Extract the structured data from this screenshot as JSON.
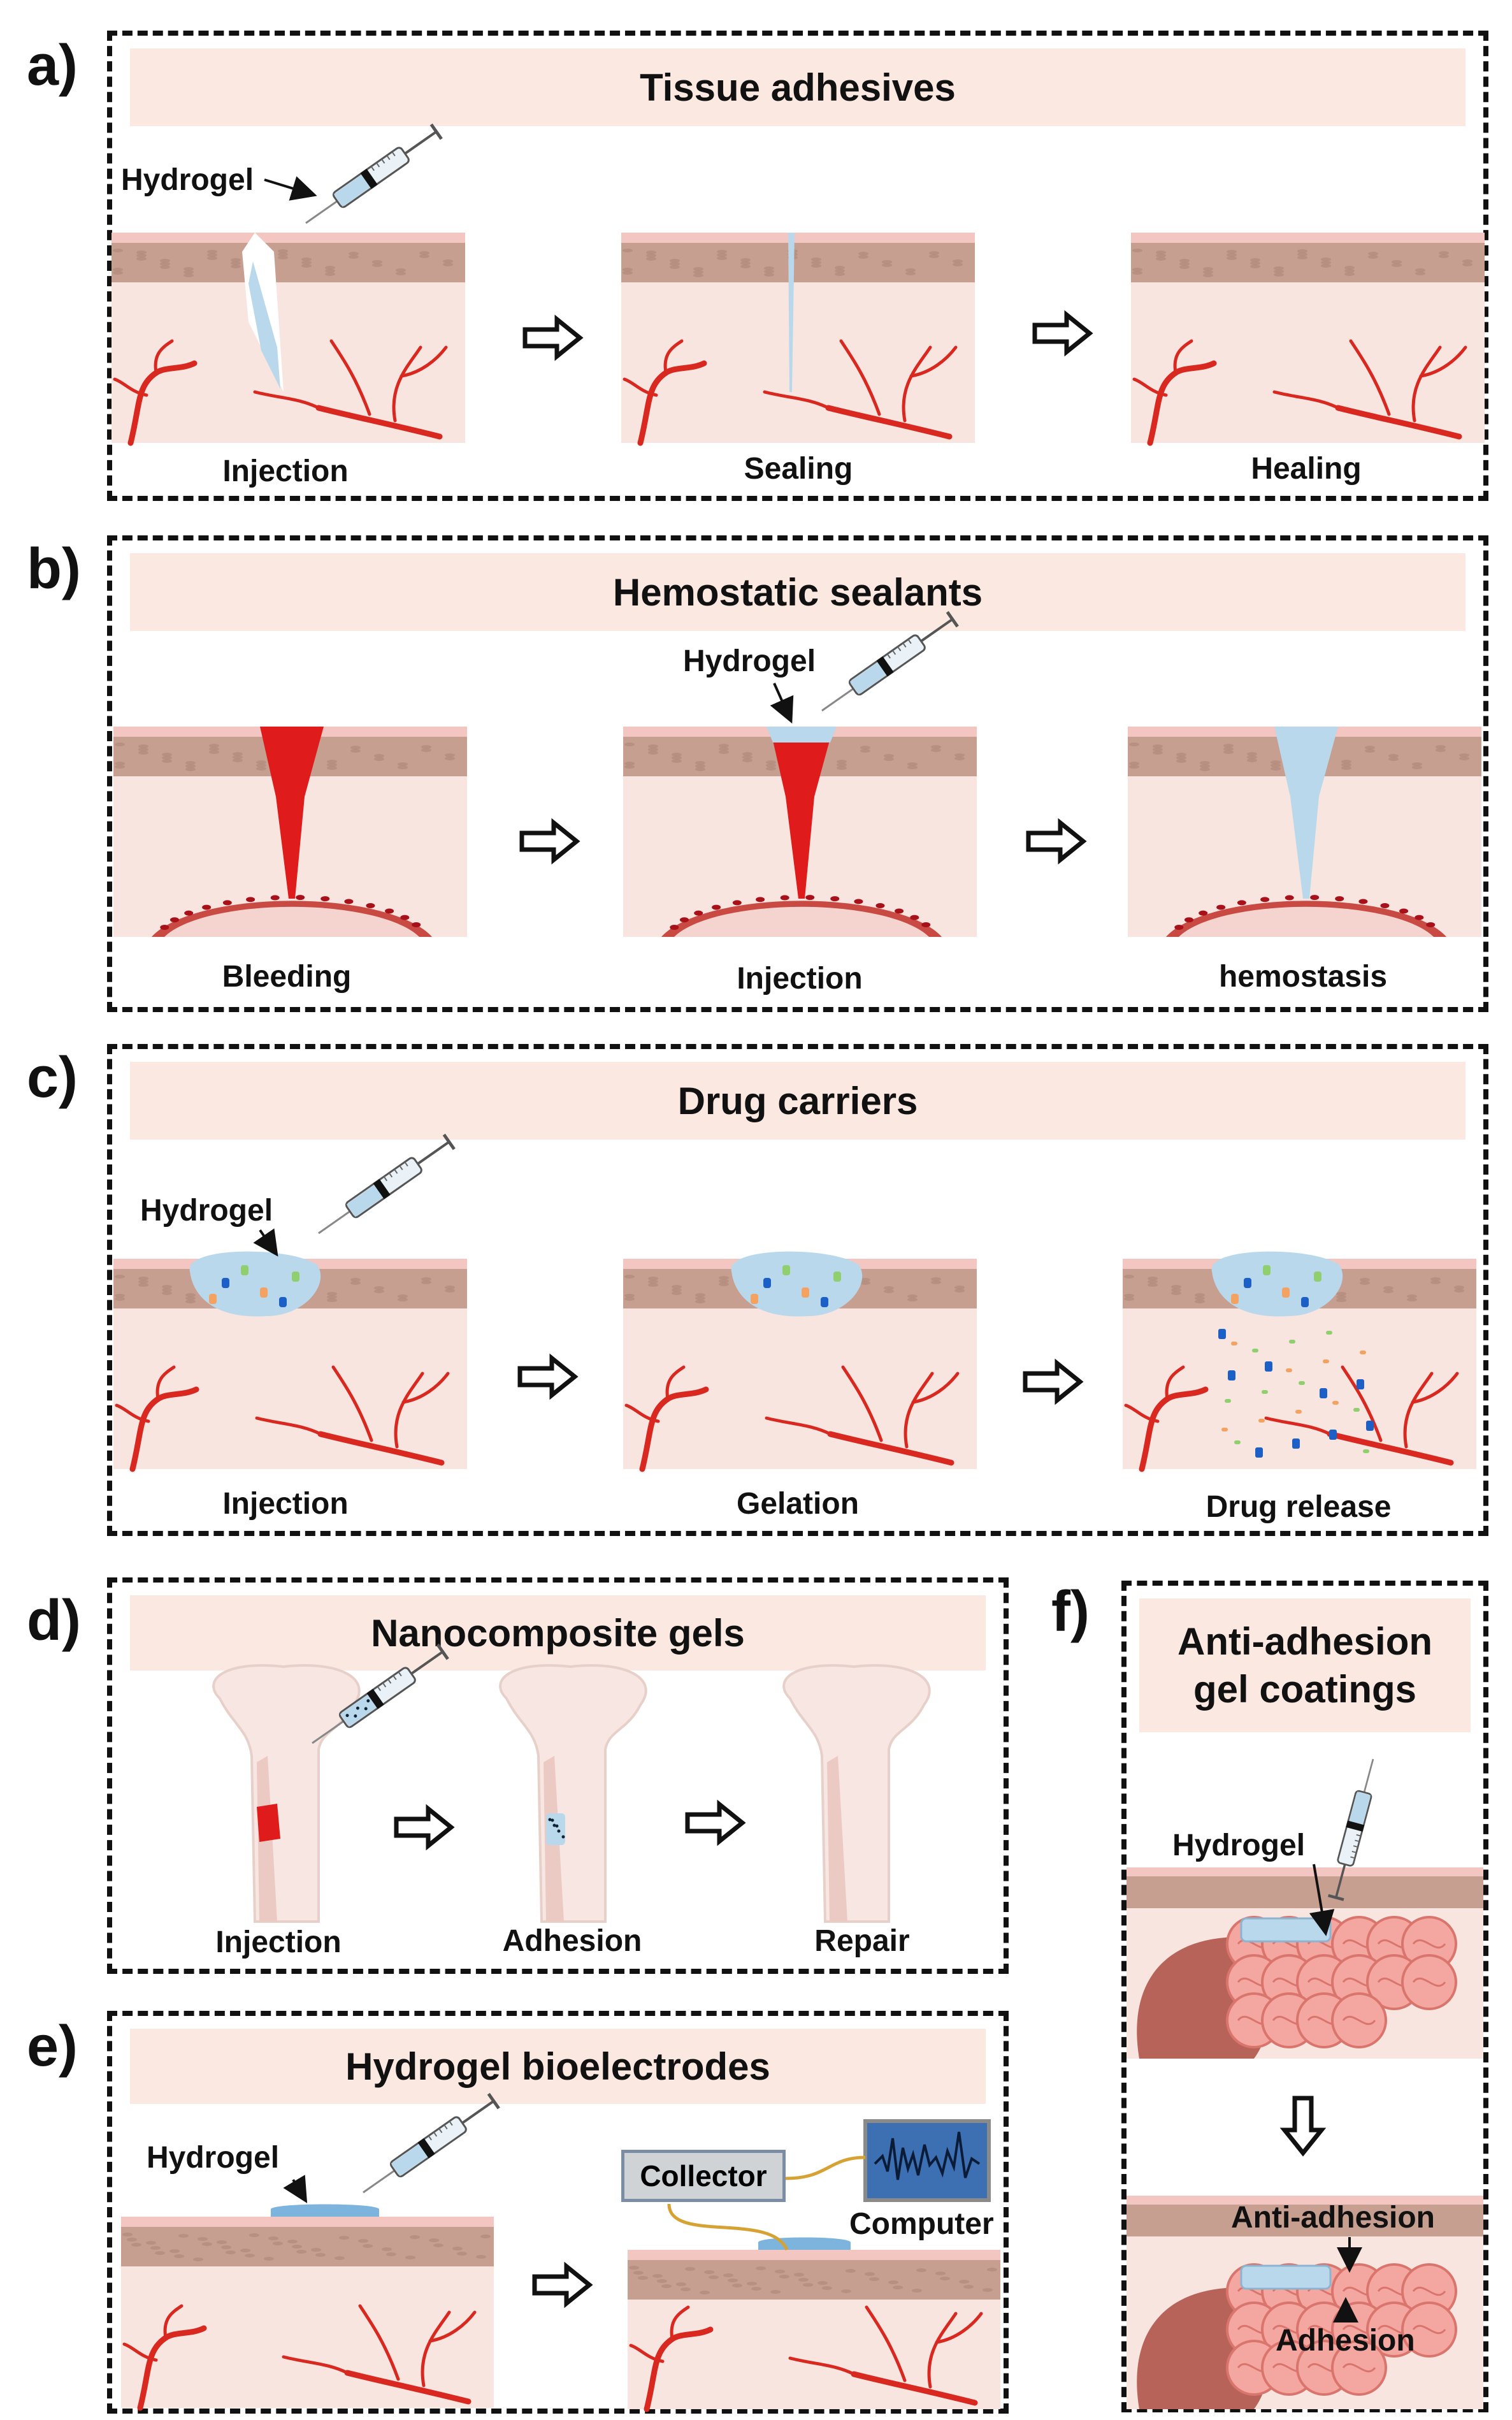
{
  "panels": {
    "a": {
      "letter": "a)",
      "title": "Tissue adhesives",
      "hydrogel": "Hydrogel",
      "steps": [
        "Injection",
        "Sealing",
        "Healing"
      ]
    },
    "b": {
      "letter": "b)",
      "title": "Hemostatic sealants",
      "hydrogel": "Hydrogel",
      "steps": [
        "Bleeding",
        "Injection",
        "hemostasis"
      ]
    },
    "c": {
      "letter": "c)",
      "title": "Drug carriers",
      "hydrogel": "Hydrogel",
      "steps": [
        "Injection",
        "Gelation",
        "Drug release"
      ]
    },
    "d": {
      "letter": "d)",
      "title": "Nanocomposite gels",
      "steps": [
        "Injection",
        "Adhesion",
        "Repair"
      ]
    },
    "e": {
      "letter": "e)",
      "title": "Hydrogel bioelectrodes",
      "hydrogel": "Hydrogel",
      "collector": "Collector",
      "computer": "Computer"
    },
    "f": {
      "letter": "f)",
      "title_line1": "Anti-adhesion",
      "title_line2": "gel coatings",
      "hydrogel": "Hydrogel",
      "anti": "Anti-adhesion",
      "adhesion": "Adhesion"
    }
  },
  "colors": {
    "skin_top": "#f3c6c2",
    "dermis": "#c69f91",
    "tissue": "#f8e5df",
    "blood": "#e01b1b",
    "vessel": "#d9281f",
    "hydrogel": "#b9d8ec",
    "header_bg": "#fbe9e1",
    "liver": "#b8635a",
    "intestine": "#f4a7a0"
  }
}
